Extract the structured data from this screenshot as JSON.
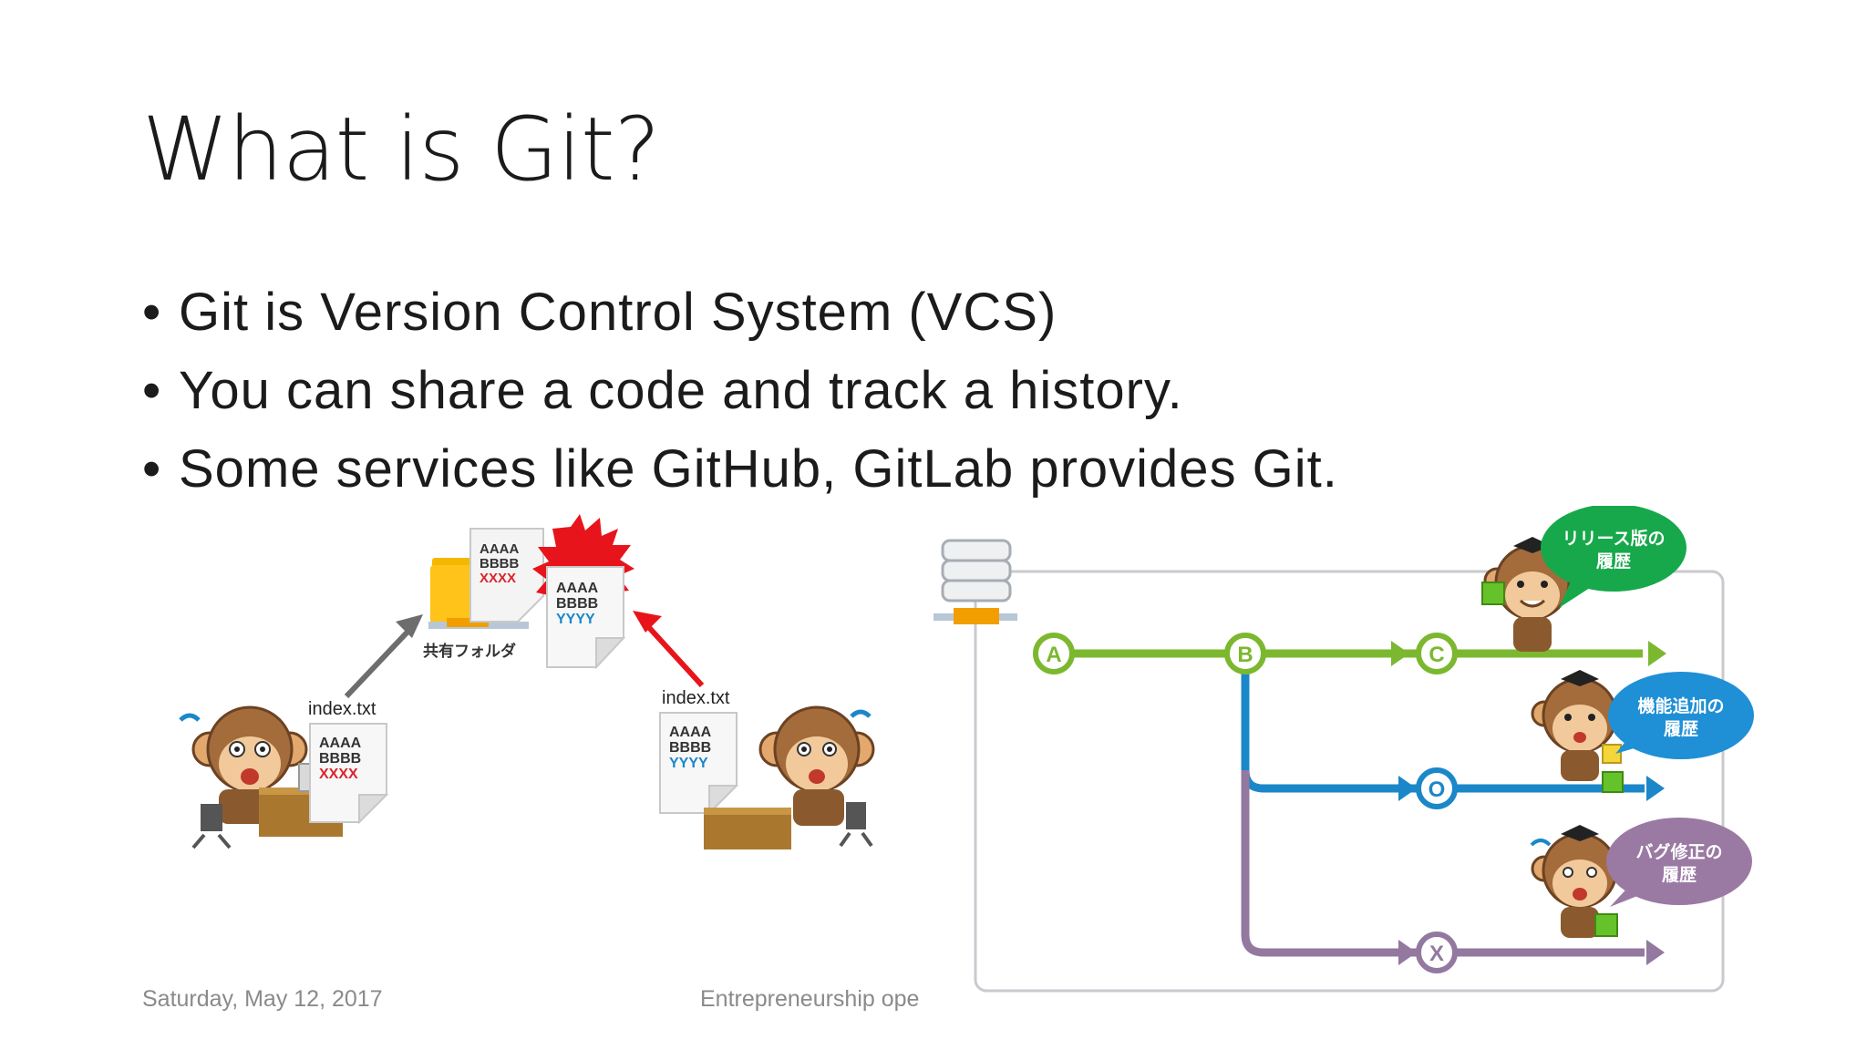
{
  "slide": {
    "title": "What is Git?",
    "bullets": [
      "Git is Version Control System (VCS)",
      "You can share a code and track a history.",
      "Some services like GitHub, GitLab provides Git."
    ],
    "footer_date": "Saturday, May 12, 2017",
    "footer_center": "Entrepreneurship ope"
  },
  "left_illustration": {
    "shared_folder_label": "共有フォルダ",
    "left_file_name": "index.txt",
    "right_file_name": "index.txt",
    "left_doc_lines": [
      "AAAA",
      "BBBB",
      "XXXX"
    ],
    "right_doc_lines": [
      "AAAA",
      "BBBB",
      "YYYY"
    ],
    "shared_back_doc_lines": [
      "AAAA",
      "BBBB",
      "XXXX"
    ],
    "shared_front_doc_lines": [
      "AAAA",
      "BBBB",
      "YYYY"
    ]
  },
  "right_illustration": {
    "nodes": [
      "A",
      "B",
      "C",
      "O",
      "X"
    ],
    "bubbles": {
      "release": [
        "リリース版の",
        "履歴"
      ],
      "feature": [
        "機能追加の",
        "履歴"
      ],
      "bugfix": [
        "バグ修正の",
        "履歴"
      ]
    }
  },
  "colors": {
    "green": "#7cb82f",
    "blue": "#1b87c9",
    "purple": "#93789f",
    "red_burst": "#e8141c",
    "bubble_green": "#17a84b",
    "bubble_blue": "#1f8fd6",
    "bubble_purple": "#9a7aa3"
  }
}
